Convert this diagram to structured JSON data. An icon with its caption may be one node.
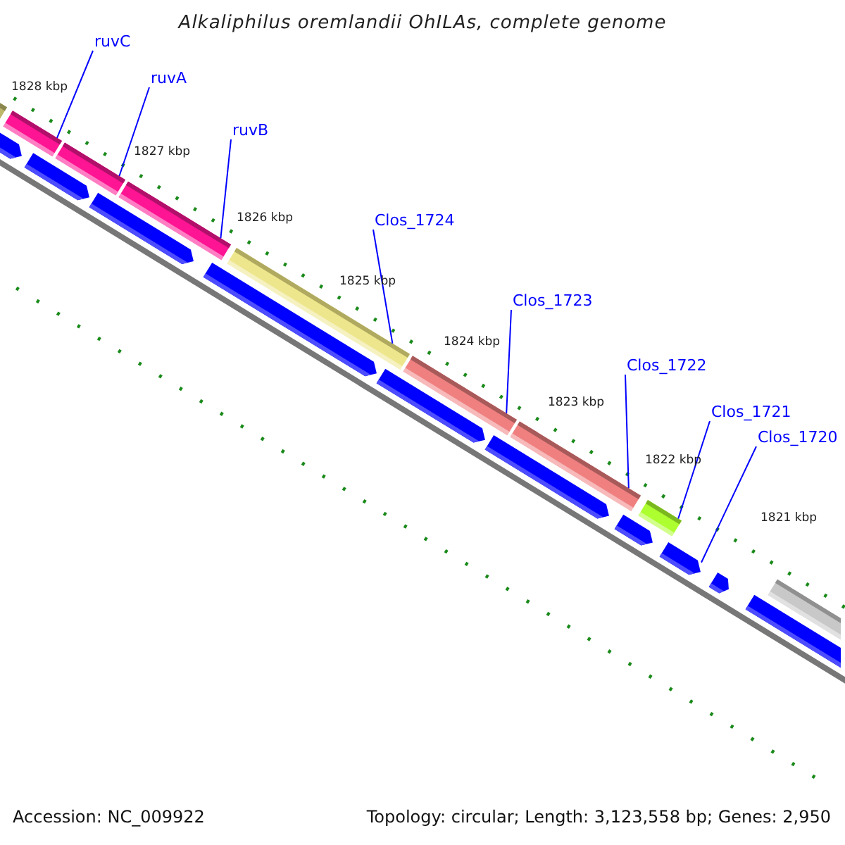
{
  "diagram": {
    "title": "Alkaliphilus oremlandii OhILAs, complete genome",
    "nodes": [
      {
        "text": [
          "ruvC"
        ]
      },
      {
        "text": [
          "ruvA"
        ]
      },
      {
        "text": [
          "ruvB"
        ]
      },
      {
        "text": [
          "Clos_1724"
        ]
      },
      {
        "text": [
          "Clos_1723"
        ]
      },
      {
        "text": [
          "Clos_1722"
        ]
      },
      {
        "text": [
          "Clos_1721"
        ]
      },
      {
        "text": [
          "Clos_1720"
        ]
      },
      {
        "text": [],
        "shape": "bar"
      },
      {
        "text": [],
        "shape": "bar"
      },
      {
        "text": [],
        "shape": "bar"
      },
      {
        "text": [],
        "shape": "bar"
      },
      {
        "text": [],
        "shape": "bar"
      },
      {
        "text": [],
        "shape": "bar"
      },
      {
        "text": [],
        "shape": "bar"
      },
      {
        "text": [],
        "shape": "bar"
      },
      {
        "text": [],
        "shape": "bar"
      },
      {
        "text": [],
        "shape": "pentagon"
      },
      {
        "text": [],
        "shape": "pentagon"
      },
      {
        "text": [],
        "shape": "pentagon"
      },
      {
        "text": [],
        "shape": "pentagon"
      },
      {
        "text": [],
        "shape": "pentagon"
      },
      {
        "text": [],
        "shape": "pentagon"
      },
      {
        "text": [],
        "shape": "pentagon"
      },
      {
        "text": [],
        "shape": "pentagon"
      },
      {
        "text": [],
        "shape": "pentagon"
      },
      {
        "text": [],
        "shape": "pentagon"
      }
    ],
    "edges": [
      {
        "from": 0,
        "to": 9,
        "arrow": "none"
      },
      {
        "from": 1,
        "to": 10,
        "arrow": "none"
      },
      {
        "from": 2,
        "to": 11,
        "arrow": "none"
      },
      {
        "from": 3,
        "to": 12,
        "arrow": "none"
      },
      {
        "from": 4,
        "to": 13,
        "arrow": "none"
      },
      {
        "from": 5,
        "to": 14,
        "arrow": "none"
      },
      {
        "from": 6,
        "to": 15,
        "arrow": "none"
      },
      {
        "from": 7,
        "to": 24,
        "arrow": "none"
      }
    ],
    "labels": [
      "1828 kbp",
      "1827 kbp",
      "1826 kbp",
      "1825 kbp",
      "1824 kbp",
      "1823 kbp",
      "1822 kbp",
      "1821 kbp",
      "Accession: NC_009922",
      "Topology: circular; Length: 3,123,558 bp; Genes: 2,950"
    ]
  }
}
